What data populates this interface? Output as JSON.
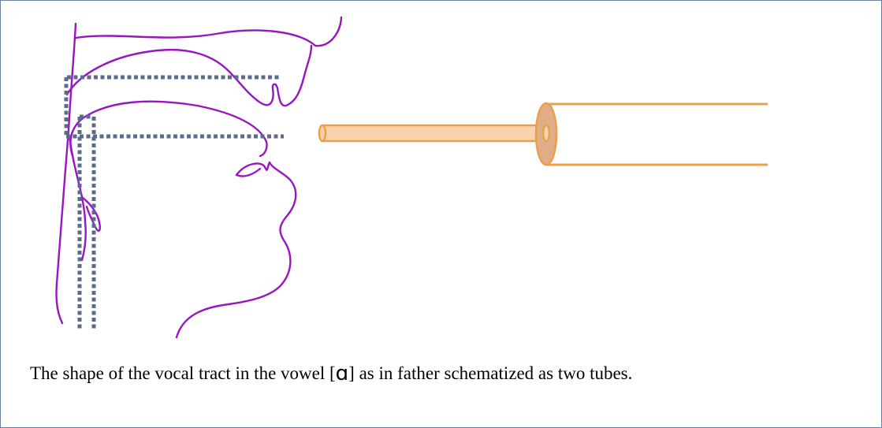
{
  "caption": {
    "before": "The shape of the vocal tract in the vowel [",
    "symbol": "ɑ",
    "after": "] as in father schematized as two tubes."
  },
  "colors": {
    "outline": "#9a15c2",
    "dotted_guide": "#5c6b8c",
    "tube_stroke": "#e9a04c",
    "tube_fill": "#fad2ae",
    "tube_end_fill": "#dfae87",
    "border": "#6b7ea0"
  }
}
